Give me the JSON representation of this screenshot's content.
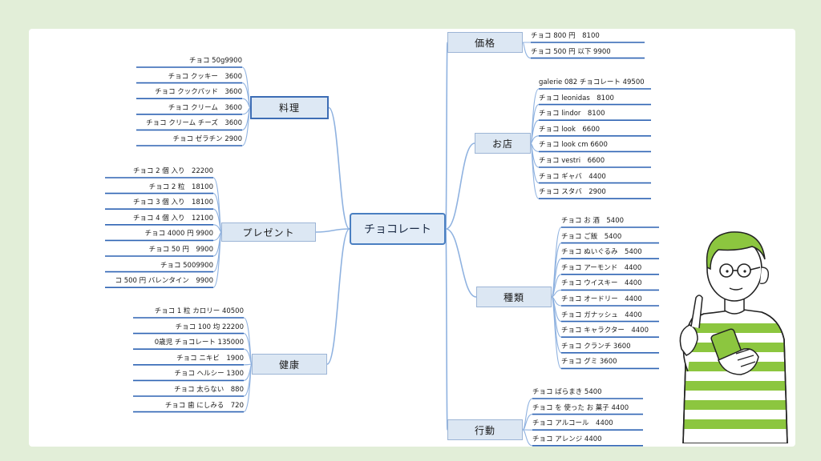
{
  "central": "チョコレート",
  "branches": {
    "ryori": {
      "label": "料理",
      "items": [
        "チョコ 50g9900",
        "チョコ クッキー　3600",
        "チョコ クックパッド　3600",
        "チョコ クリーム　3600",
        "チョコ クリーム チーズ　3600",
        "チョコ ゼラチン 2900"
      ]
    },
    "present": {
      "label": "プレゼント",
      "items": [
        "チョコ 2 個 入り　22200",
        "チョコ 2 粒　18100",
        "チョコ 3 個 入り　18100",
        "チョコ 4 個 入り　12100",
        "チョコ 4000 円 9900",
        "チョコ 50 円　9900",
        "チョコ 5009900",
        "コ 500 円 バレンタイン　9900"
      ]
    },
    "kenko": {
      "label": "健康",
      "items": [
        "チョコ 1 粒 カロリー 40500",
        "チョコ 100 均 22200",
        "0歳児 チョコレート 135000",
        "チョコ ニキビ　1900",
        "チョコ ヘルシー 1300",
        "チョコ 太らない　880",
        "チョコ 歯 にしみる　720"
      ]
    },
    "kakaku": {
      "label": "価格",
      "items": [
        "チョコ 800 円　8100",
        "チョコ 500 円 以下 9900"
      ]
    },
    "omise": {
      "label": "お店",
      "items": [
        "galerie 082 チョコレート 49500",
        "チョコ leonidas　8100",
        "チョコ lindor　8100",
        "チョコ look　6600",
        "チョコ look cm 6600",
        "チョコ vestri　6600",
        "チョコ ギャバ　4400",
        "チョコ スタバ　2900"
      ]
    },
    "shurui": {
      "label": "種類",
      "items": [
        "チョコ お 酒　5400",
        "チョコ ご飯　5400",
        "チョコ ぬいぐるみ　5400",
        "チョコ アーモンド　4400",
        "チョコ ウイスキー　4400",
        "チョコ オードリー　4400",
        "チョコ ガナッシュ　4400",
        "チョコ キャラクター　4400",
        "チョコ クランチ 3600",
        "チョコ グミ 3600"
      ]
    },
    "kodo": {
      "label": "行動",
      "items": [
        "チョコ ばらまき 5400",
        "チョコ を 使った お 菓子 4400",
        "チョコ アルコール　4400",
        "チョコ アレンジ 4400"
      ]
    }
  },
  "colors": {
    "background": "#e2eed8",
    "connector": "#8fb2e0",
    "underline": "#2f64b4",
    "branch_fill": "#dce7f3",
    "shirt_green": "#8cc63f",
    "hair_green": "#8cc63f"
  },
  "illustration": "person-holding-phone-pointing-up"
}
